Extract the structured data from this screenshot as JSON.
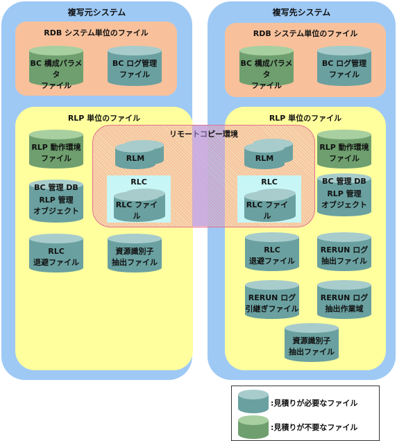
{
  "source_system": {
    "title": "複写元システム",
    "rdb_title": "RDB システム単位のファイル",
    "rdb_files": {
      "bc_param": "BC 構成パラメタ\nファイル",
      "bc_log": "BC ログ管理\nファイル"
    },
    "rlp_title": "RLP 単位のファイル",
    "rlp_files": {
      "rlp_env": "RLP 動作環境\nファイル",
      "bc_db": "BC 管理 DB",
      "rlp_obj": "RLP 管理\nオブジェクト",
      "rlc_evac": "RLC\n退避ファイル",
      "resource_id": "資源識別子\n抽出ファイル"
    },
    "rlm": "RLM",
    "rlc_title": "RLC",
    "rlc_file": "RLC ファイル"
  },
  "target_system": {
    "title": "複写先システム",
    "rdb_title": "RDB システム単位のファイル",
    "rdb_files": {
      "bc_param": "BC 構成パラメタ\nファイル",
      "bc_log": "BC ログ管理\nファイル"
    },
    "rlp_title": "RLP 単位のファイル",
    "rlp_files": {
      "rlp_env": "RLP 動作環境\nファイル",
      "bc_db": "BC 管理 DB",
      "rlp_obj": "RLP 管理\nオブジェクト",
      "rlc_evac": "RLC\n退避ファイル",
      "rerun_extract": "RERUN ログ\n抽出ファイル",
      "rerun_handover": "RERUN ログ\n引継ぎファイル",
      "rerun_work": "RERUN ログ\n抽出作業域",
      "resource_id": "資源識別子\n抽出ファイル"
    },
    "rlm": "RLM",
    "rlc_title": "RLC",
    "rlc_file": "RLC ファイル"
  },
  "remote_copy": {
    "title": "リモートコピー環境"
  },
  "legend": {
    "needs_estimate": ":見積りが必要なファイル",
    "no_estimate": ":見積りが不要なファイル"
  },
  "colors": {
    "system_bg": "#9ec9f5",
    "rdb_bg": "#f8c19b",
    "rlp_bg": "#ffff9e",
    "estimate_required": "#6aa0a0",
    "estimate_not_required": "#6f9f6f"
  }
}
